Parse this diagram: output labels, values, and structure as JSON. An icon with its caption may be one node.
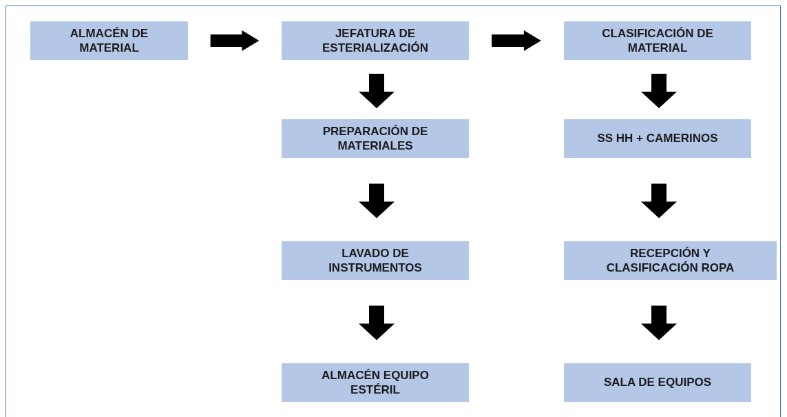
{
  "diagram": {
    "nodes": [
      {
        "text": [
          "ALMACÉN DE MATERIAL"
        ]
      },
      {
        "text": [
          "JEFATURA DE ESTERIALIZACIÓN"
        ]
      },
      {
        "text": [
          "CLASIFICACIÓN DE MATERIAL"
        ]
      },
      {
        "text": [
          "PREPARACIÓN DE MATERIALES"
        ]
      },
      {
        "text": [
          "SS HH + CAMERINOS"
        ]
      },
      {
        "text": [
          "LAVADO DE INSTRUMENTOS"
        ]
      },
      {
        "text": [
          "RECEPCIÓN Y CLASIFICACIÓN ROPA"
        ]
      },
      {
        "text": [
          "ALMACÉN EQUIPO ESTÉRIL"
        ]
      },
      {
        "text": [
          "SALA DE EQUIPOS"
        ]
      }
    ],
    "edges": [
      {
        "from": 0,
        "to": 1,
        "arrow": "to"
      },
      {
        "from": 1,
        "to": 2,
        "arrow": "to"
      },
      {
        "from": 1,
        "to": 3,
        "arrow": "to"
      },
      {
        "from": 3,
        "to": 5,
        "arrow": "to"
      },
      {
        "from": 5,
        "to": 7,
        "arrow": "to"
      },
      {
        "from": 2,
        "to": 4,
        "arrow": "to"
      },
      {
        "from": 4,
        "to": 6,
        "arrow": "to"
      },
      {
        "from": 6,
        "to": 8,
        "arrow": "to"
      }
    ]
  }
}
